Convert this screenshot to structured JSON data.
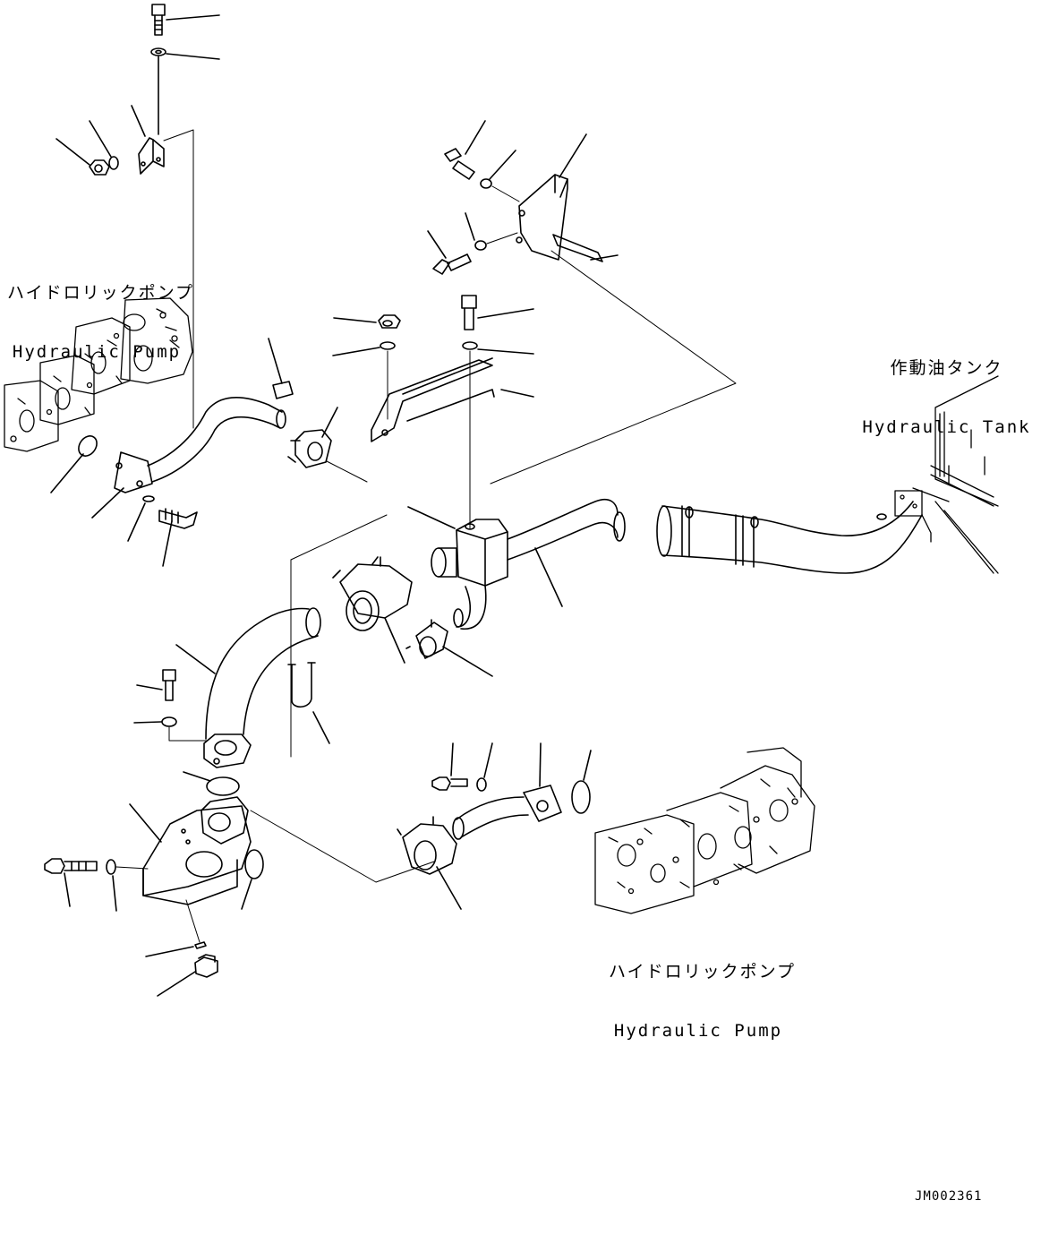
{
  "labels": {
    "pump_top": {
      "jp": "ハイドロリックポンプ",
      "en": "Hydraulic Pump"
    },
    "tank": {
      "jp": "作動油タンク",
      "en": "Hydraulic Tank"
    },
    "pump_bottom": {
      "jp": "ハイドロリックポンプ",
      "en": "Hydraulic Pump"
    }
  },
  "drawing_id": "JM002361",
  "icons": [
    "hydraulic-pump",
    "hydraulic-tank",
    "bolt",
    "washer",
    "nut",
    "bracket",
    "hose-clamp",
    "suction-pipe",
    "flange",
    "o-ring",
    "u-bolt",
    "plug"
  ]
}
